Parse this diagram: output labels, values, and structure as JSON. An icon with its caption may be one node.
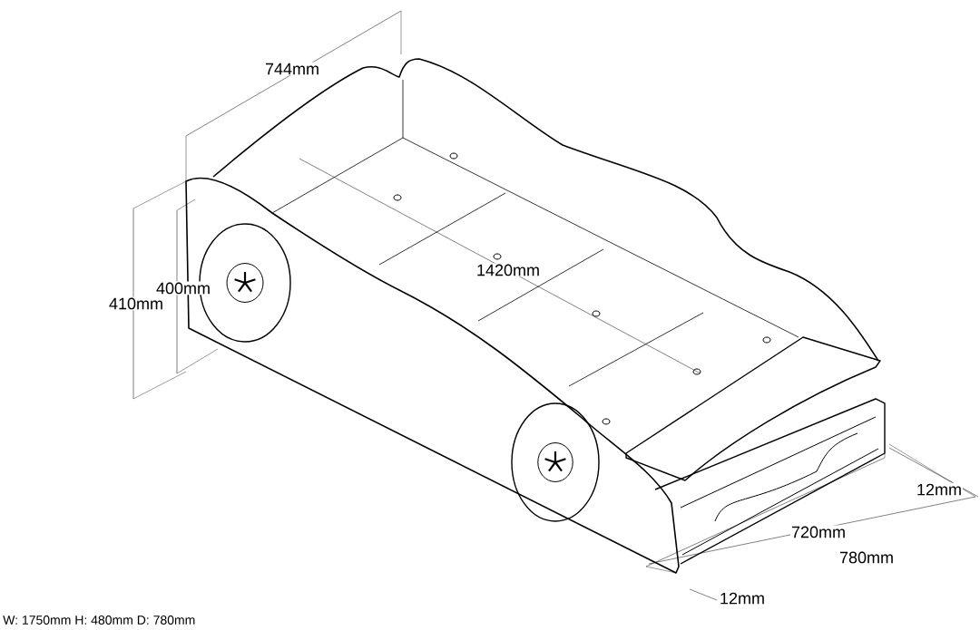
{
  "diagram": {
    "labels": [
      "744mm",
      "1420mm",
      "400mm",
      "410mm",
      "12mm",
      "720mm",
      "780mm",
      "12mm",
      "W: 1750mm H: 480mm D: 780mm"
    ]
  }
}
